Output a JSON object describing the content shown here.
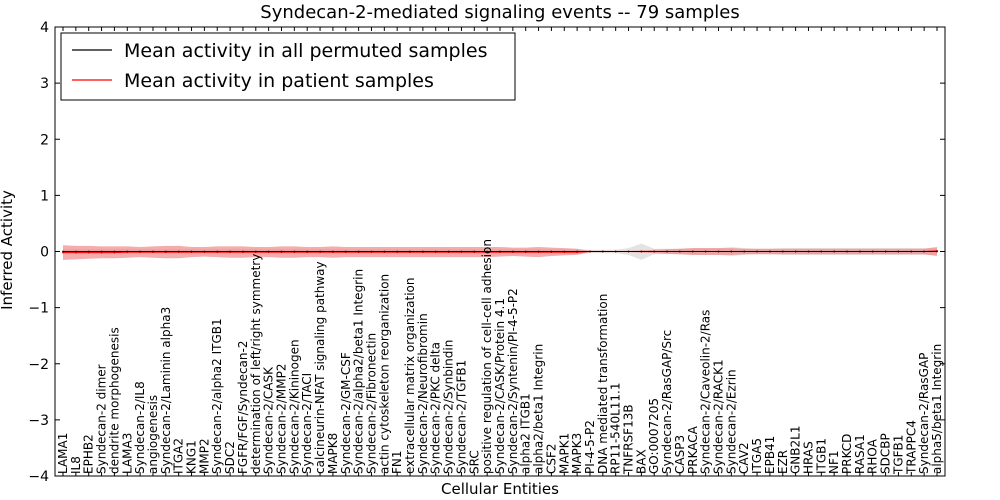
{
  "chart_data": {
    "type": "line",
    "title": "Syndecan-2-mediated signaling events -- 79 samples",
    "xlabel": "Cellular Entities",
    "ylabel": "Inferred Activity",
    "ylim": [
      -4,
      4
    ],
    "yticks": [
      -4,
      -3,
      -2,
      -1,
      0,
      1,
      2,
      3,
      4
    ],
    "grid": false,
    "legend_position": "top-left",
    "categories": [
      "LAMA1",
      "IL8",
      "EPHB2",
      "Syndecan-2 dimer",
      "dendrite morphogenesis",
      "LAMA3",
      "Syndecan-2/IL8",
      "angiogenesis",
      "Syndecan-2/Laminin alpha3",
      "ITGA2",
      "KNG1",
      "MMP2",
      "Syndecan-2/alpha2 ITGB1",
      "SDC2",
      "FGFR/FGF/Syndecan-2",
      "determination of left/right symmetry",
      "Syndecan-2/CASK",
      "Syndecan-2/MMP2",
      "Syndecan-2/Kininogen",
      "Syndecan-2/TACI",
      "calcineurin-NFAT signaling pathway",
      "MAPK8",
      "Syndecan-2/GM-CSF",
      "Syndecan-2/alpha2/beta1 Integrin",
      "Syndecan-2/Fibronectin",
      "actin cytoskeleton reorganization",
      "FN1",
      "extracellular matrix organization",
      "Syndecan-2/Neurofibromin",
      "Syndecan-2/PKC delta",
      "Syndecan-2/Synbindin",
      "Syndecan-2/TGFB1",
      "SRC",
      "positive regulation of cell-cell adhesion",
      "Syndecan-2/CASK/Protein 4.1",
      "Syndecan-2/Syntenin/PI-4-5-P2",
      "alpha2 ITGB1",
      "alpha2/beta1 Integrin",
      "CSF2",
      "MAPK1",
      "MAPK3",
      "PI-4-5-P2",
      "DNA mediated transformation",
      "RP11-540L11.1",
      "TNFRSF13B",
      "BAX",
      "GO:0007205",
      "Syndecan-2/RasGAP/Src",
      "CASP3",
      "PRKACA",
      "Syndecan-2/Caveolin-2/Ras",
      "Syndecan-2/RACK1",
      "Syndecan-2/Ezrin",
      "CAV2",
      "ITGA5",
      "EPB41",
      "EZR",
      "GNB2L1",
      "HRAS",
      "ITGB1",
      "NF1",
      "PRKCD",
      "RASA1",
      "RHOA",
      "SDCBP",
      "TGFB1",
      "TRAPPC4",
      "Syndecan-2/RasGAP",
      "alpha5/beta1 Integrin"
    ],
    "series": [
      {
        "name": "Mean activity in all permuted samples",
        "color": "#000000",
        "values": [
          0,
          0,
          0,
          0,
          0,
          0,
          0,
          0,
          0,
          0,
          0,
          0,
          0,
          0,
          0,
          0,
          0,
          0,
          0,
          0,
          0,
          0,
          0,
          0,
          0,
          0,
          0,
          0,
          0,
          0,
          0,
          0,
          0,
          0,
          0,
          0,
          0,
          0,
          0,
          0,
          0,
          0,
          0,
          0,
          0,
          0,
          0,
          0,
          0,
          0,
          0,
          0,
          0,
          0,
          0,
          0,
          0,
          0,
          0,
          0,
          0,
          0,
          0,
          0,
          0,
          0,
          0,
          0,
          0
        ],
        "band_low": [
          -0.04,
          -0.04,
          -0.04,
          -0.04,
          -0.04,
          -0.04,
          -0.04,
          -0.04,
          -0.04,
          -0.04,
          -0.04,
          -0.04,
          -0.04,
          -0.04,
          -0.04,
          -0.04,
          -0.04,
          -0.04,
          -0.04,
          -0.04,
          -0.04,
          -0.04,
          -0.04,
          -0.04,
          -0.04,
          -0.04,
          -0.04,
          -0.04,
          -0.04,
          -0.04,
          -0.04,
          -0.04,
          -0.04,
          -0.04,
          -0.04,
          -0.04,
          -0.04,
          -0.04,
          -0.04,
          -0.04,
          -0.04,
          -0.03,
          -0.03,
          -0.03,
          -0.06,
          -0.15,
          -0.05,
          -0.05,
          -0.05,
          -0.06,
          -0.06,
          -0.06,
          -0.08,
          -0.06,
          -0.05,
          -0.05,
          -0.06,
          -0.06,
          -0.06,
          -0.06,
          -0.06,
          -0.06,
          -0.06,
          -0.06,
          -0.06,
          -0.06,
          -0.06,
          -0.06,
          -0.06
        ],
        "band_high": [
          0.04,
          0.04,
          0.04,
          0.04,
          0.04,
          0.04,
          0.04,
          0.04,
          0.04,
          0.04,
          0.04,
          0.04,
          0.04,
          0.04,
          0.04,
          0.04,
          0.04,
          0.04,
          0.04,
          0.04,
          0.04,
          0.04,
          0.04,
          0.04,
          0.04,
          0.04,
          0.04,
          0.04,
          0.04,
          0.04,
          0.04,
          0.04,
          0.04,
          0.04,
          0.04,
          0.04,
          0.04,
          0.04,
          0.04,
          0.04,
          0.04,
          0.03,
          0.03,
          0.03,
          0.06,
          0.14,
          0.05,
          0.05,
          0.05,
          0.06,
          0.06,
          0.06,
          0.08,
          0.06,
          0.05,
          0.05,
          0.06,
          0.06,
          0.06,
          0.06,
          0.06,
          0.06,
          0.06,
          0.06,
          0.06,
          0.06,
          0.06,
          0.06,
          0.06
        ]
      },
      {
        "name": "Mean activity in patient samples",
        "color": "#ff0000",
        "values": [
          -0.02,
          -0.02,
          -0.02,
          -0.02,
          -0.02,
          -0.01,
          -0.01,
          -0.01,
          -0.01,
          -0.01,
          -0.01,
          -0.01,
          -0.01,
          -0.01,
          -0.01,
          -0.01,
          -0.01,
          -0.01,
          -0.01,
          -0.01,
          -0.01,
          -0.01,
          -0.01,
          -0.01,
          -0.01,
          -0.01,
          -0.01,
          -0.01,
          -0.01,
          -0.01,
          -0.01,
          -0.01,
          -0.01,
          -0.01,
          -0.01,
          -0.01,
          -0.01,
          -0.01,
          -0.01,
          -0.01,
          -0.01,
          0,
          0,
          0,
          0,
          0,
          0,
          0,
          0,
          0,
          0,
          0,
          0,
          0,
          0,
          0,
          0,
          0,
          0,
          0,
          0,
          0,
          0,
          0,
          0,
          0,
          0,
          0,
          0.01
        ],
        "band_low": [
          -0.15,
          -0.14,
          -0.13,
          -0.12,
          -0.12,
          -0.11,
          -0.1,
          -0.11,
          -0.12,
          -0.12,
          -0.1,
          -0.09,
          -0.1,
          -0.11,
          -0.11,
          -0.1,
          -0.1,
          -0.11,
          -0.11,
          -0.1,
          -0.1,
          -0.11,
          -0.1,
          -0.1,
          -0.1,
          -0.1,
          -0.1,
          -0.1,
          -0.1,
          -0.1,
          -0.1,
          -0.1,
          -0.1,
          -0.1,
          -0.09,
          -0.08,
          -0.09,
          -0.1,
          -0.08,
          -0.07,
          -0.06,
          -0.01,
          -0.01,
          -0.01,
          -0.01,
          -0.02,
          -0.03,
          -0.04,
          -0.05,
          -0.06,
          -0.06,
          -0.06,
          -0.06,
          -0.05,
          -0.05,
          -0.05,
          -0.05,
          -0.05,
          -0.05,
          -0.05,
          -0.05,
          -0.05,
          -0.05,
          -0.05,
          -0.05,
          -0.05,
          -0.05,
          -0.05,
          -0.08
        ],
        "band_high": [
          0.11,
          0.1,
          0.1,
          0.09,
          0.09,
          0.09,
          0.08,
          0.09,
          0.1,
          0.1,
          0.08,
          0.08,
          0.09,
          0.09,
          0.09,
          0.08,
          0.08,
          0.09,
          0.09,
          0.08,
          0.08,
          0.09,
          0.08,
          0.08,
          0.08,
          0.08,
          0.08,
          0.08,
          0.08,
          0.08,
          0.08,
          0.08,
          0.08,
          0.08,
          0.08,
          0.07,
          0.07,
          0.08,
          0.07,
          0.06,
          0.05,
          0.01,
          0.01,
          0.01,
          0.01,
          0.02,
          0.03,
          0.04,
          0.05,
          0.06,
          0.06,
          0.06,
          0.06,
          0.05,
          0.05,
          0.05,
          0.05,
          0.05,
          0.05,
          0.05,
          0.05,
          0.05,
          0.05,
          0.05,
          0.05,
          0.05,
          0.05,
          0.05,
          0.08
        ]
      }
    ]
  }
}
